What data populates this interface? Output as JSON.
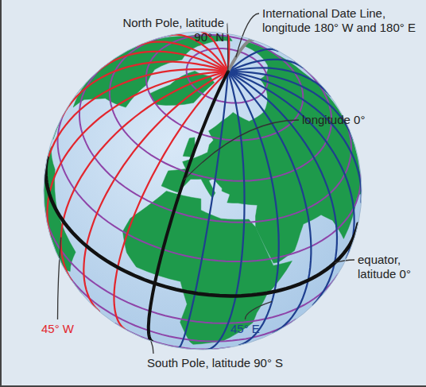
{
  "diagram": {
    "labels": [
      "North Pole, latitude 90° N",
      "International Date Line, longitude 180° W and 180° E",
      "longitude 0°",
      "equator, latitude 0°",
      "45° W",
      "45° E",
      "South Pole, latitude 90° S"
    ]
  }
}
